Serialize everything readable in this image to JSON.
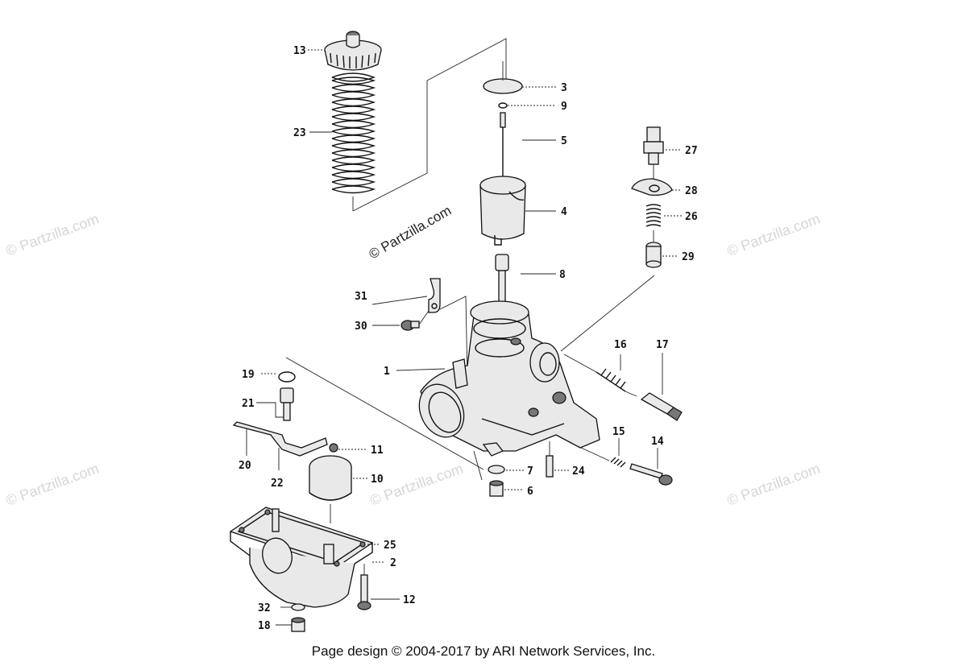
{
  "watermark_text": "© Partzilla.com",
  "footer_text": "Page design © 2004-2017 by ARI Network Services, Inc.",
  "callouts": [
    "13",
    "23",
    "3",
    "9",
    "5",
    "4",
    "8",
    "27",
    "28",
    "26",
    "29",
    "31",
    "30",
    "1",
    "16",
    "17",
    "19",
    "21",
    "20",
    "22",
    "11",
    "10",
    "7",
    "24",
    "15",
    "14",
    "6",
    "25",
    "2",
    "12",
    "32",
    "18"
  ]
}
